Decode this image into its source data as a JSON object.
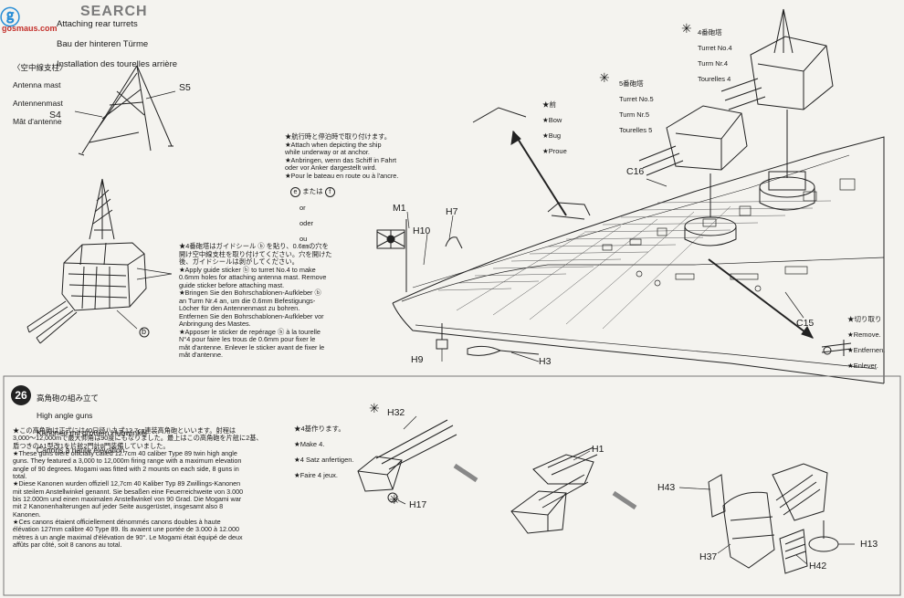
{
  "watermark": {
    "brand": "SEARCH",
    "site": "gosmaus.com"
  },
  "step25": {
    "title_lines": [
      "Attaching rear turrets",
      "Bau der hinteren Türme",
      "Installation des tourelles arrière"
    ],
    "antenna": {
      "jp": "〈空中線支柱〉",
      "en": "Antenna mast",
      "de": "Antennenmast",
      "fr": "Mât d'antenne"
    },
    "parts": {
      "s4": "S4",
      "s5": "S5",
      "m1": "M1",
      "h10": "H10",
      "h7": "H7",
      "h9": "H9",
      "h3": "H3",
      "c16": "C16",
      "c15": "C15",
      "b": "b"
    },
    "guide_note": "★4番砲塔はガイドシール ⓑ を貼り、0.6㎜の穴を\n開け空中線支柱を取り付けてください。穴を開けた\n後、ガイドシールは剥がしてください。\n★Apply guide sticker ⓑ to turret No.4 to make\n0.6mm holes for attaching antenna mast. Remove\nguide sticker before attaching mast.\n★Bringen Sie den Bohrschablonen-Aufkleber ⓑ\nan Turm Nr.4 an, um die 0.6mm Befestigungs-\nLöcher für den Antennenmast zu bohren.\nEntfernen Sie den Bohrschablonen-Aufkleber vor\nAnbringung des Mastes.\n★Apposer le sticker de repérage ⓑ à la tourelle\nN°4 pour faire les trous de 0.6mm pour fixer le\nmât d'antenne. Enlever le sticker avant de fixer le\nmât d'antenne.",
    "underway_note": "★航行時と停泊時で取り付けます。\n★Attach when depicting the ship\nwhile underway or at anchor.\n★Anbringen, wenn das Schiff in Fahrt\noder vor Anker dargestellt wird.\n★Pour le bateau en route ou à l'ancre.",
    "or_options": {
      "e": "e",
      "jp": "または",
      "f": "f",
      "en": "or",
      "de": "oder",
      "fr": "ou"
    },
    "bow": {
      "jp": "★前",
      "en": "★Bow",
      "de": "★Bug",
      "fr": "★Proue"
    },
    "turret4": {
      "jp": "4番砲塔",
      "en": "Turret No.4",
      "de": "Turm Nr.4",
      "fr": "Tourelles 4"
    },
    "turret5": {
      "jp": "5番砲塔",
      "en": "Turret No.5",
      "de": "Turm Nr.5",
      "fr": "Tourelles 5"
    },
    "remove": {
      "jp": "★切り取り",
      "en": "★Remove.",
      "de": "★Entfernen.",
      "fr": "★Enlever."
    }
  },
  "step26": {
    "number": "26",
    "title_lines": [
      "高角砲の組み立て",
      "High angle guns",
      "Kanonen mit großem Hubwinkel",
      "Canons à haute élévation"
    ],
    "body": "★この高角砲は正式には40口径八九式12.7㎝連装高角砲といいます。射程は\n3,000～12,000mで最大仰角は90度にもなりました。最上はこの高角砲を片舷に2基、\n盾つきのA1型改1を片舷2門計8門装備していました。\n★These guns were officially called 12.7cm 40 caliber Type 89 twin high angle\nguns. They featured a 3,000 to 12,000m firing range with a maximum elevation\nangle of 90 degrees. Mogami was fitted with 2 mounts on each side, 8 guns in\ntotal.\n★Diese Kanonen wurden offiziell 12,7cm 40 Kaliber Typ 89 Zwillings-Kanonen\nmit steilem Anstellwinkel genannt. Sie besaßen eine Feuerreichweite von 3.000\nbis 12.000m und einen maximalen Anstellwinkel von 90 Grad. Die Mogami war\nmit 2 Kanonenhalterungen auf jeder Seite ausgerüstet, insgesamt also 8\nKanonen.\n★Ces canons étaient officiellement dénommés canons doubles à haute\nélévation 127mm calibre 40 Type 89. Ils avaient une portée de 3.000 à 12.000\nmètres à un angle maximal d'élévation de 90°. Le Mogami était équipé de deux\naffûts par côté, soit 8 canons au total.",
    "make4": {
      "jp": "★4基作ります。",
      "en": "★Make 4.",
      "de": "★4 Satz anfertigen.",
      "fr": "★Faire 4 jeux."
    },
    "parts": {
      "h32": "H32",
      "h17": "H17",
      "h1": "H1",
      "h43": "H43",
      "h37": "H37",
      "h42": "H42",
      "h13": "H13"
    }
  }
}
